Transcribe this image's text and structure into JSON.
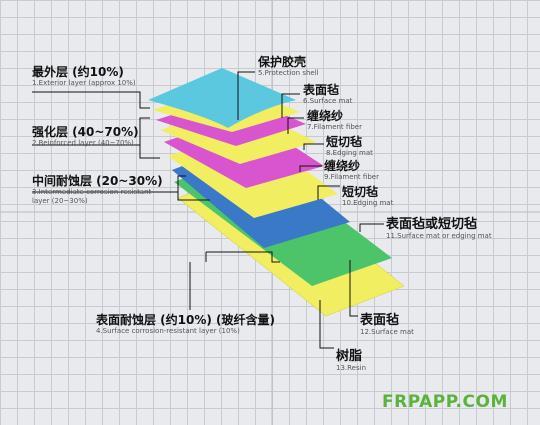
{
  "labels": [
    {
      "id": "exterior",
      "zh": "最外层 (约10%)",
      "en": "1.Exterior layer (approx 10%)"
    },
    {
      "id": "reinforced",
      "zh": "强化层 (40~70%)",
      "en": "2.Reinforced layer (40~70%)"
    },
    {
      "id": "intermediate",
      "zh": "中间耐蚀层 (20~30%)",
      "en": "3.Intermediate corrosion-resistant",
      "en2": "layer (20~30%)"
    },
    {
      "id": "surface-corrosion",
      "zh": "表面耐蚀层 (约10%) (玻纤含量)",
      "en": "4.Surface corrosion-resistant layer (10%)"
    },
    {
      "id": "protection-shell",
      "zh": "保护胶壳",
      "en": "5.Protection shell"
    },
    {
      "id": "surface-mat-6",
      "zh": "表面毡",
      "en": "6.Surface mat"
    },
    {
      "id": "filament-7",
      "zh": "缠绕纱",
      "en": "7.Filament fiber"
    },
    {
      "id": "edging-8",
      "zh": "短切毡",
      "en": "8.Edging mat"
    },
    {
      "id": "filament-9",
      "zh": "缠绕纱",
      "en": "9.Filament fiber"
    },
    {
      "id": "edging-10",
      "zh": "短切毡",
      "en": "10.Edging mat"
    },
    {
      "id": "surface-or-edging-11",
      "zh": "表面毡或短切毡",
      "en": "11.Surface mat or edging mat"
    },
    {
      "id": "surface-mat-12",
      "zh": "表面毡",
      "en": "12.Surface mat"
    },
    {
      "id": "resin-13",
      "zh": "树脂",
      "en": "13.Resin"
    }
  ],
  "watermark": "FRPAPP.COM",
  "colors": {
    "cyan": "#5cc8e0",
    "yellow": "#f2ee62",
    "magenta": "#d955cf",
    "blue": "#3a78c8",
    "green": "#4ec46a"
  }
}
